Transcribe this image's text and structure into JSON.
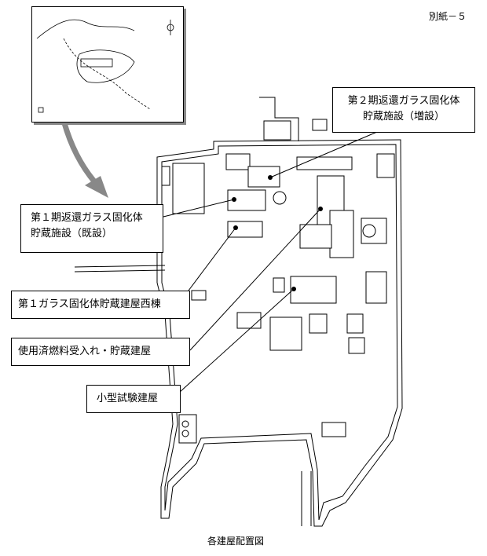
{
  "page_label": "別紙－５",
  "caption": "各建屋配置図",
  "callouts": {
    "phase2": {
      "line1": "第２期返還ガラス固化体",
      "line2": "貯蔵施設（増設）"
    },
    "phase1": {
      "line1": "第１期返還ガラス固化体",
      "line2": "貯蔵施設（既設）"
    },
    "west_building": "第１ガラス固化体貯蔵建屋西棟",
    "spent_fuel": "使用済燃料受入れ・貯蔵建屋",
    "small_test": "小型試験建屋"
  },
  "colors": {
    "arrow": "#888888",
    "lines": "#000000"
  }
}
